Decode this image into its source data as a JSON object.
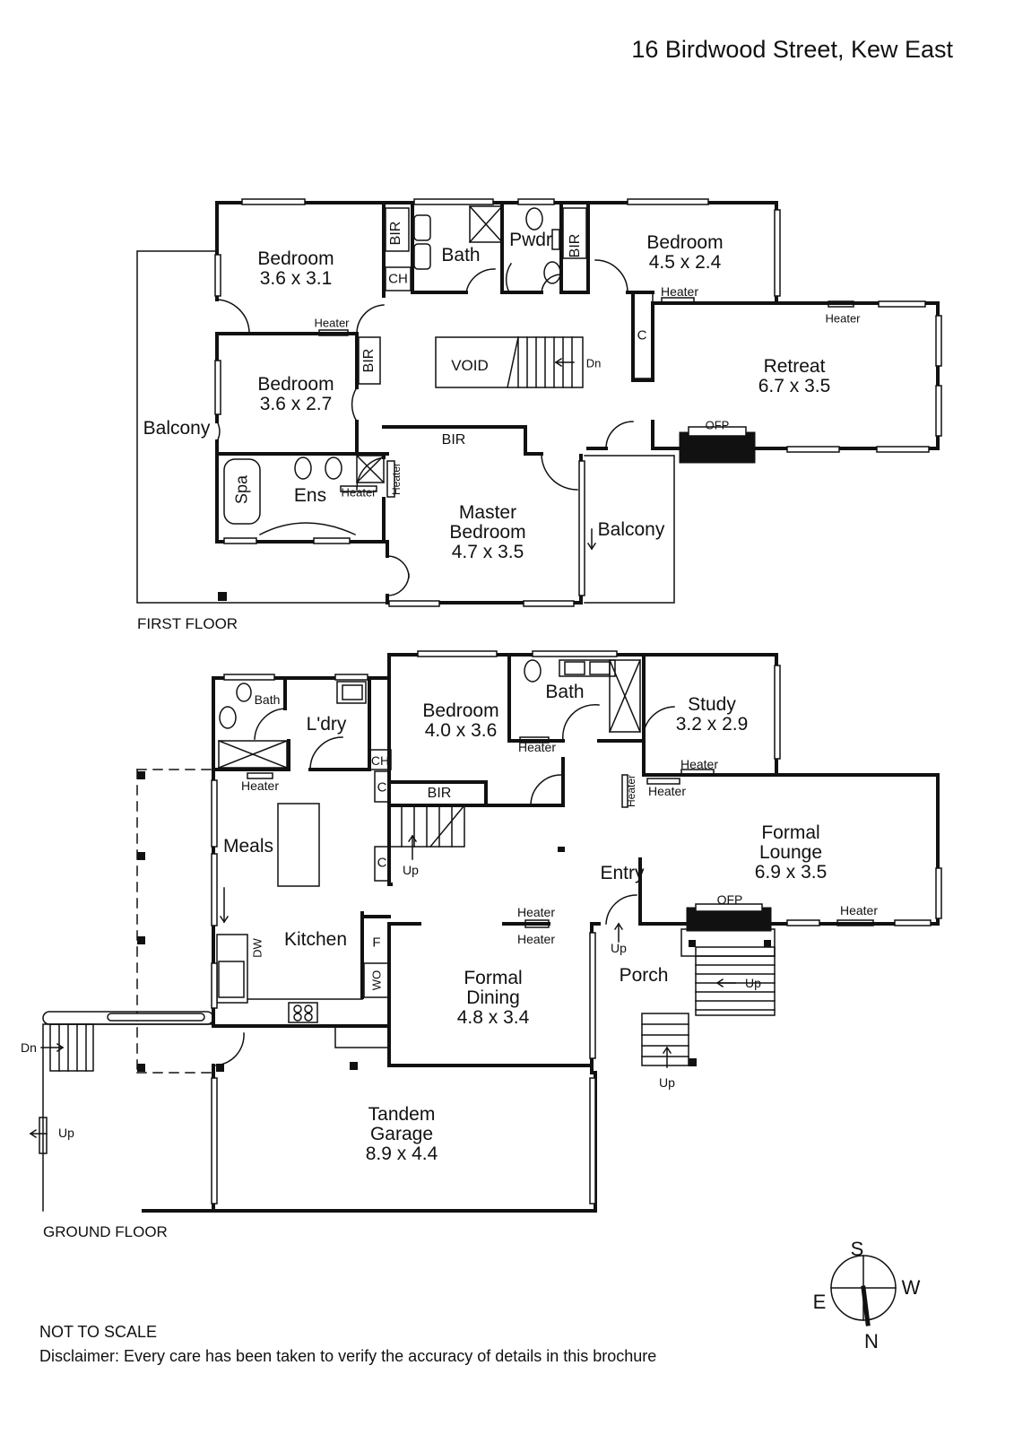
{
  "address": "16 Birdwood Street, Kew East",
  "floors": {
    "first": "FIRST FLOOR",
    "ground": "GROUND FLOOR"
  },
  "first_floor_rooms": {
    "bedroom_a": {
      "name": "Bedroom",
      "dim": "3.6 x 3.1"
    },
    "bedroom_b": {
      "name": "Bedroom",
      "dim": "3.6 x 2.7"
    },
    "bedroom_c": {
      "name": "Bedroom",
      "dim": "4.5 x 2.4"
    },
    "retreat": {
      "name": "Retreat",
      "dim": "6.7 x 3.5"
    },
    "master": {
      "name": "Master",
      "name2": "Bedroom",
      "dim": "4.7 x 3.5"
    },
    "bath": "Bath",
    "pwdr": "Pwdr",
    "ens": "Ens",
    "spa": "Spa",
    "void": "VOID",
    "balcony_left": "Balcony",
    "balcony_right": "Balcony"
  },
  "ground_floor_rooms": {
    "bedroom": {
      "name": "Bedroom",
      "dim": "4.0 x 3.6"
    },
    "bath": "Bath",
    "study": {
      "name": "Study",
      "dim": "3.2 x 2.9"
    },
    "lounge": {
      "name": "Formal",
      "name2": "Lounge",
      "dim": "6.9 x 3.5"
    },
    "dining": {
      "name": "Formal",
      "name2": "Dining",
      "dim": "4.8 x 3.4"
    },
    "garage": {
      "name": "Tandem",
      "name2": "Garage",
      "dim": "8.9 x 4.4"
    },
    "meals": "Meals",
    "kitchen": "Kitchen",
    "laundry": "L'dry",
    "small_bath": "Bath",
    "entry": "Entry",
    "porch": "Porch"
  },
  "labels": {
    "bir": "BIR",
    "ch": "CH",
    "c": "C",
    "heater": "Heater",
    "ofp": "OFP",
    "dn": "Dn",
    "up": "Up",
    "f": "F",
    "wo": "WO",
    "dw": "DW"
  },
  "compass": {
    "s": "S",
    "w": "W",
    "n": "N",
    "e": "E"
  },
  "notes": {
    "scale": "NOT TO SCALE",
    "disclaimer": "Disclaimer: Every care has been taken to verify the accuracy of details in this brochure"
  }
}
